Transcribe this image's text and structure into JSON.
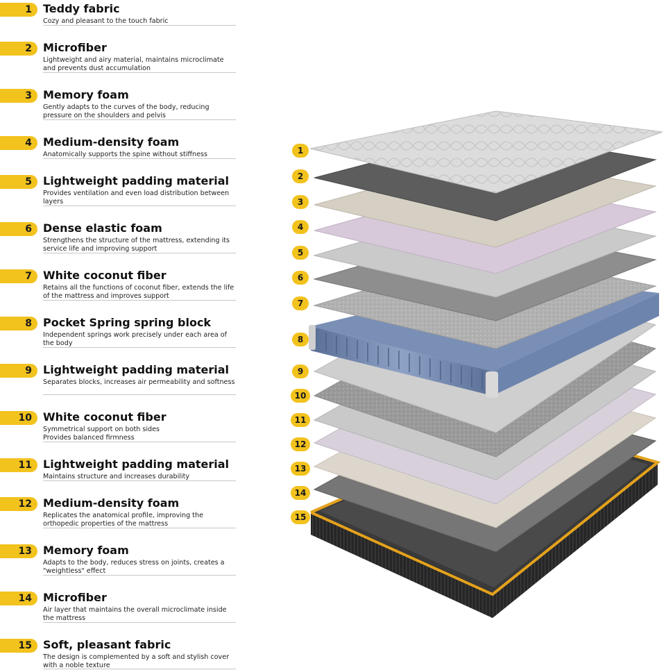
{
  "colors": {
    "accent": "#f2c21d",
    "frame_trim": "#e3a21d",
    "spring_blue": "#6d84ad",
    "frame_dark": "#2a2a2a"
  },
  "layers": [
    {
      "num": "1",
      "title": "Teddy fabric",
      "desc": "Cozy and pleasant to the touch fabric"
    },
    {
      "num": "2",
      "title": "Microfiber",
      "desc": "Lightweight and airy material, maintains microclimate and prevents dust accumulation"
    },
    {
      "num": "3",
      "title": "Memory foam",
      "desc": "Gently adapts to the curves of the body, reducing pressure on the shoulders and pelvis"
    },
    {
      "num": "4",
      "title": "Medium-density foam",
      "desc": "Anatomically supports the spine without stiffness"
    },
    {
      "num": "5",
      "title": "Lightweight padding material",
      "desc": "Provides ventilation and even load distribution between layers"
    },
    {
      "num": "6",
      "title": "Dense elastic foam",
      "desc": "Strengthens the structure of the mattress, extending its service life and improving support"
    },
    {
      "num": "7",
      "title": "White coconut fiber",
      "desc": "Retains all the functions of coconut fiber, extends the life of the mattress and improves support"
    },
    {
      "num": "8",
      "title": "Pocket Spring spring block",
      "desc": "Independent springs work precisely under each area of the body"
    },
    {
      "num": "9",
      "title": "Lightweight padding material",
      "desc": "Separates blocks, increases air permeability and softness"
    },
    {
      "num": "10",
      "title": "White coconut fiber",
      "desc": "Symmetrical support on both sides\nProvides balanced firmness"
    },
    {
      "num": "11",
      "title": "Lightweight padding material",
      "desc": "Maintains structure and increases durability"
    },
    {
      "num": "12",
      "title": "Medium-density foam",
      "desc": "Replicates the anatomical profile, improving the orthopedic properties of the mattress"
    },
    {
      "num": "13",
      "title": "Memory foam",
      "desc": "Adapts to the body, reduces stress on joints, creates a \"weightless\" effect"
    },
    {
      "num": "14",
      "title": "Microfiber",
      "desc": "Air layer that maintains the overall microclimate inside the mattress"
    },
    {
      "num": "15",
      "title": "Soft, pleasant fabric",
      "desc": "The design is complemented by a soft and stylish cover with a noble texture"
    }
  ],
  "diagram_labels": [
    "1",
    "2",
    "3",
    "4",
    "5",
    "6",
    "7",
    "8",
    "9",
    "10",
    "11",
    "12",
    "13",
    "14",
    "15"
  ]
}
